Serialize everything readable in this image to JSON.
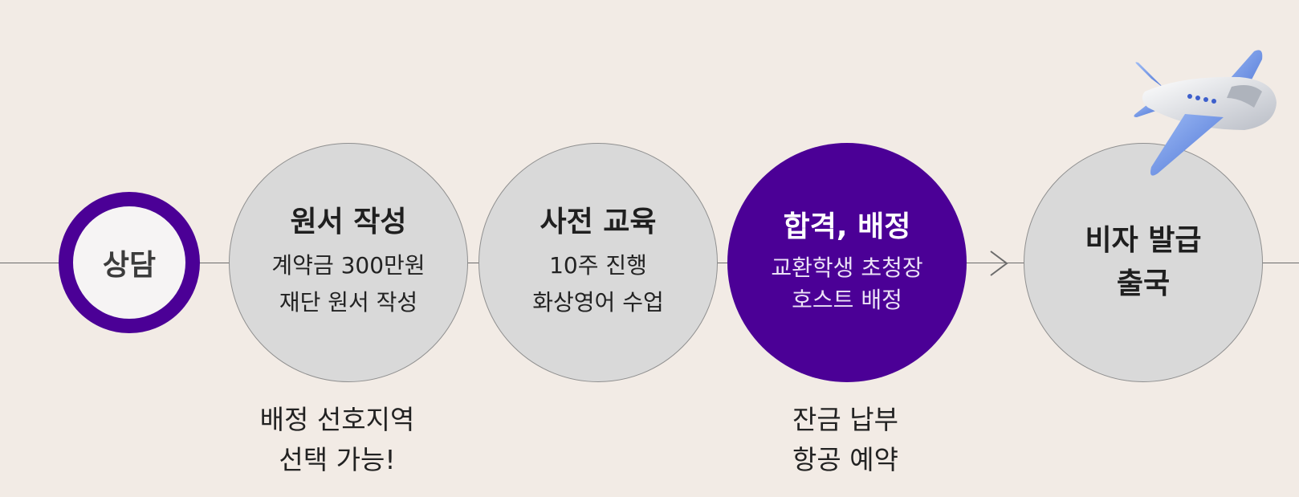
{
  "steps": [
    {
      "title": "상담"
    },
    {
      "title": "원서 작성",
      "lines": [
        "계약금 300만원",
        "재단 원서 작성"
      ]
    },
    {
      "title": "사전 교육",
      "lines": [
        "10주 진행",
        "화상영어 수업"
      ]
    },
    {
      "title": "합격, 배정",
      "lines": [
        "교환학생 초청장",
        "호스트 배정"
      ]
    },
    {
      "title_lines": [
        "비자 발급",
        "출국"
      ]
    }
  ],
  "notes": [
    {
      "lines": [
        "배정 선호지역",
        "선택 가능!"
      ]
    },
    {
      "lines": [
        "잔금 납부",
        "항공 예약"
      ]
    }
  ],
  "colors": {
    "background": "#f2ebe5",
    "accent": "#4b0096",
    "circle_gray": "#d9d9d9",
    "line": "#6b6b6b"
  },
  "icons": {
    "arrow": "chevron-right-icon",
    "plane": "airplane-icon"
  }
}
